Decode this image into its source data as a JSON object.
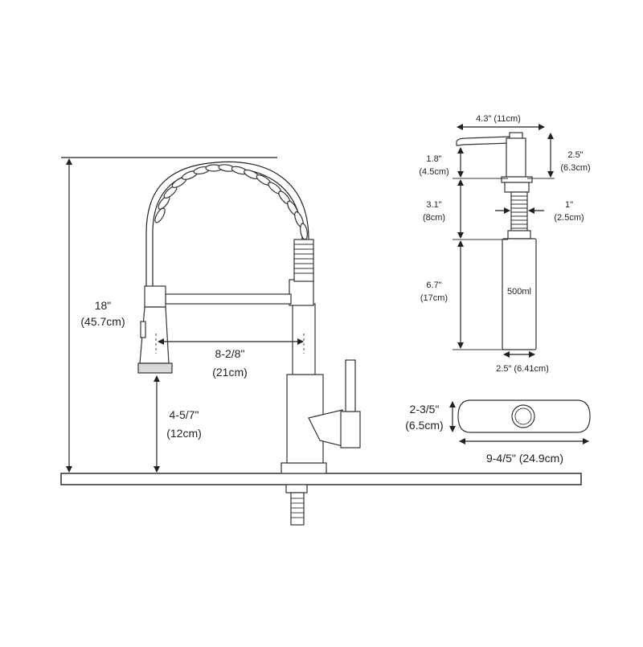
{
  "faucet": {
    "height": "18\"",
    "height_cm": "(45.7cm)",
    "reach": "8-2/8\"",
    "reach_cm": "(21cm)",
    "clearance": "4-5/7\"",
    "clearance_cm": "(12cm)"
  },
  "dispenser": {
    "width": "4.3\" (11cm)",
    "nozzle_height": "1.8\"",
    "nozzle_height_cm": "(4.5cm)",
    "head_height": "2.5\"",
    "head_height_cm": "(6.3cm)",
    "shank_length": "3.1\"",
    "shank_length_cm": "(8cm)",
    "shank_diameter": "1\"",
    "shank_diameter_cm": "(2.5cm)",
    "bottle_height": "6.7\"",
    "bottle_height_cm": "(17cm)",
    "bottle_capacity": "500ml",
    "bottle_width": "2.5\" (6.41cm)"
  },
  "deck_plate": {
    "height": "2-3/5\"",
    "height_cm": "(6.5cm)",
    "width": "9-4/5\" (24.9cm)"
  }
}
